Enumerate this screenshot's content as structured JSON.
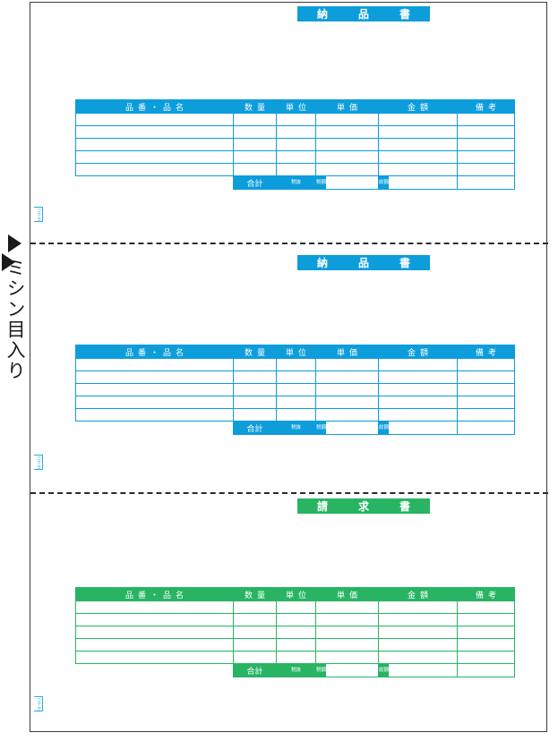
{
  "margin": {
    "note_text": "ミシン目入り",
    "marker_icon": "triangle-right-icon"
  },
  "colors": {
    "blue": "#0d9ddb",
    "green": "#28b463",
    "paper": "#ffffff",
    "border": "#3a3a3a"
  },
  "brandmark": {
    "label": "コクヨ"
  },
  "table": {
    "headers": [
      "品番・品名",
      "数量",
      "単位",
      "単価",
      "金額",
      "備考"
    ],
    "row_count": 5,
    "total": {
      "label": "合計",
      "sub1": "税抜",
      "sub2": "税額",
      "sub3": "総額",
      "value1": "",
      "value2": "",
      "value3": ""
    },
    "cells": [
      [
        "",
        "",
        "",
        "",
        "",
        ""
      ],
      [
        "",
        "",
        "",
        "",
        "",
        ""
      ],
      [
        "",
        "",
        "",
        "",
        "",
        ""
      ],
      [
        "",
        "",
        "",
        "",
        "",
        ""
      ],
      [
        "",
        "",
        "",
        "",
        "",
        ""
      ]
    ]
  },
  "sections": [
    {
      "id": "delivery-1",
      "title": "納　品　書",
      "theme": "blue"
    },
    {
      "id": "delivery-2",
      "title": "納　品　書",
      "theme": "blue"
    },
    {
      "id": "invoice",
      "title": "請　求　書",
      "theme": "green"
    }
  ]
}
